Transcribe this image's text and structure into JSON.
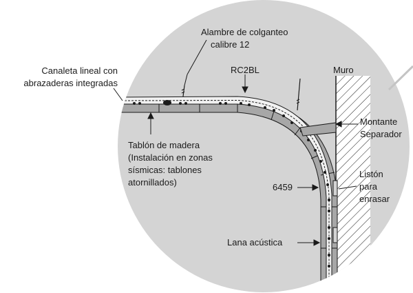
{
  "labels": {
    "hanger_wire_1": "Alambre de colganteo",
    "hanger_wire_2": "calibre 12",
    "channel_1": "Canaleta lineal con",
    "channel_2": "abrazaderas integradas",
    "rc2bl": "RC2BL",
    "wall": "Muro",
    "stud_1": "Montante",
    "stud_2": "Separador",
    "plank_1": "Tablón de madera",
    "plank_2": "(Instalación en zonas",
    "plank_3": "sísmicas: tablones",
    "plank_4": "atornillados)",
    "part_6459": "6459",
    "furring_1": "Listón",
    "furring_2": "para",
    "furring_3": "enrasar",
    "acoustic_wool": "Lana acústica"
  },
  "colors": {
    "circle_fill": "#d4d4d4",
    "panel_fill": "#a7a7a7",
    "channel_fill": "#f1f1f1",
    "line": "#1a1a1a"
  }
}
